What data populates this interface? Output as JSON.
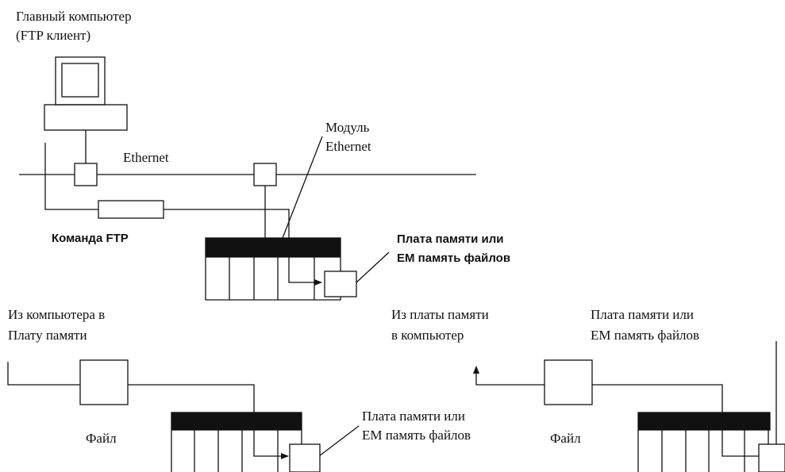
{
  "labels": {
    "host_line1": "Главный компьютер",
    "host_line2": "(FTP клиент)",
    "module_line1": "Модуль",
    "module_line2": "Ethernet",
    "network": "Ethernet",
    "ftp_command": "Команда FTP",
    "card_top_line1": "Плата памяти или",
    "card_top_line2": "EM память файлов",
    "left_title_line1": "Из компьютера в",
    "left_title_line2": "Плату памяти",
    "left_file": "Файл",
    "left_card_line1": "Плата памяти или",
    "left_card_line2": "EM память файлов",
    "right_title_line1": "Из платы памяти",
    "right_title_line2": "в компьютер",
    "right_file": "Файл",
    "right_card_line1": "Плата памяти или",
    "right_card_line2": "EM память файлов"
  }
}
